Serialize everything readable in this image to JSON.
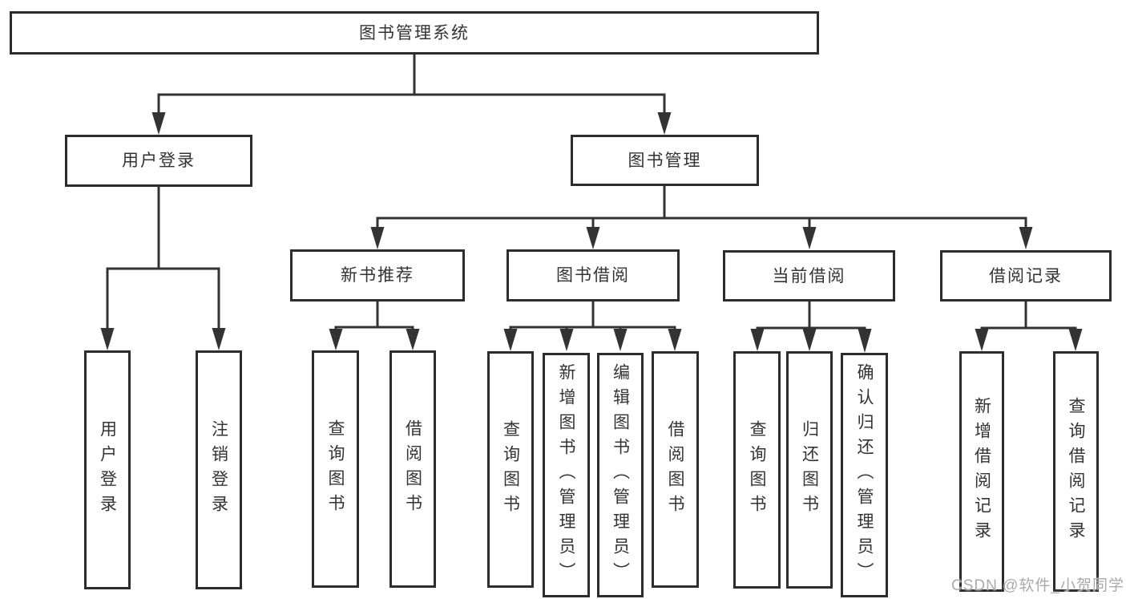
{
  "diagram": {
    "watermark": "CSDN @软件_小贺同学",
    "colors": {
      "line": "#333333",
      "box_border": "#2d2d2d",
      "text": "#333333",
      "watermark": "#a9aaac",
      "background": "#ffffff"
    },
    "root": {
      "label": "图书管理系统"
    },
    "branches": [
      {
        "label": "用户登录",
        "children": [
          "用户登录",
          "注销登录"
        ]
      },
      {
        "label": "图书管理",
        "sections": [
          {
            "label": "新书推荐",
            "children": [
              "查询图书",
              "借阅图书"
            ]
          },
          {
            "label": "图书借阅",
            "children": [
              "查询图书",
              "新增图书（管理员）",
              "编辑图书（管理员）",
              "借阅图书"
            ]
          },
          {
            "label": "当前借阅",
            "children": [
              "查询图书",
              "归还图书",
              "确认归还（管理员）"
            ]
          },
          {
            "label": "借阅记录",
            "children": [
              "新增借阅记录",
              "查询借阅记录"
            ]
          }
        ]
      }
    ]
  }
}
